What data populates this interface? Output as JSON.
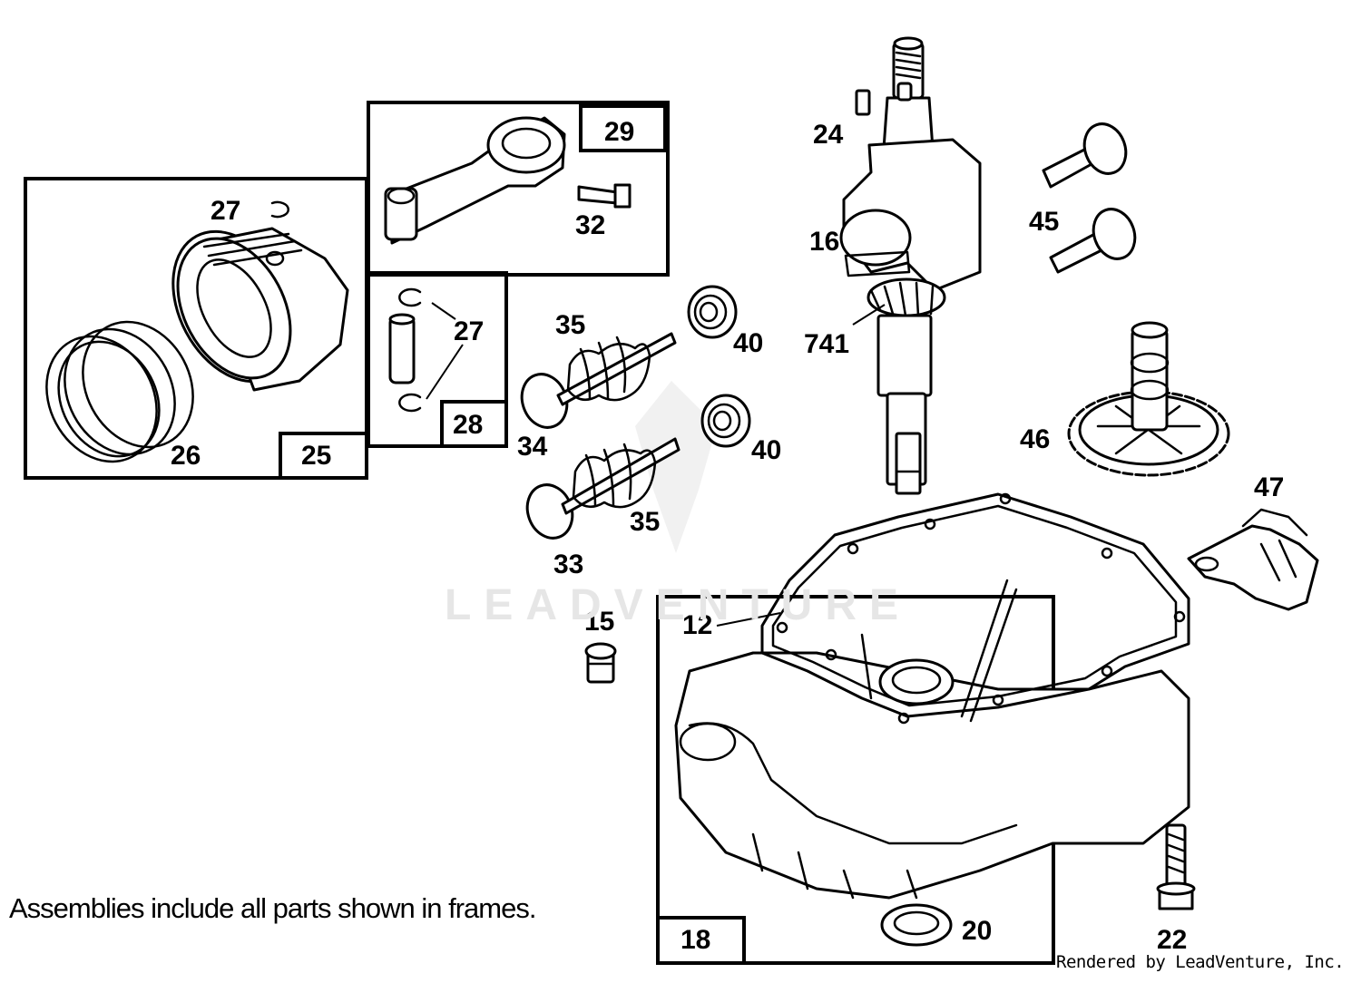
{
  "note": "Assemblies include all parts shown in frames.",
  "credit": "Rendered by LeadVenture, Inc.",
  "watermark": "LEADVENTURE",
  "callouts": {
    "c24": "24",
    "c16": "16",
    "c741": "741",
    "c45": "45",
    "c46": "46",
    "c47": "47",
    "c27a": "27",
    "c27b": "27",
    "c32": "32",
    "c26": "26",
    "c35a": "35",
    "c35b": "35",
    "c40a": "40",
    "c40b": "40",
    "c34": "34",
    "c33": "33",
    "c15": "15",
    "c12": "12",
    "c20": "20",
    "c22": "22"
  },
  "frames": {
    "f25": "25",
    "f28": "28",
    "f29": "29",
    "f18": "18"
  }
}
